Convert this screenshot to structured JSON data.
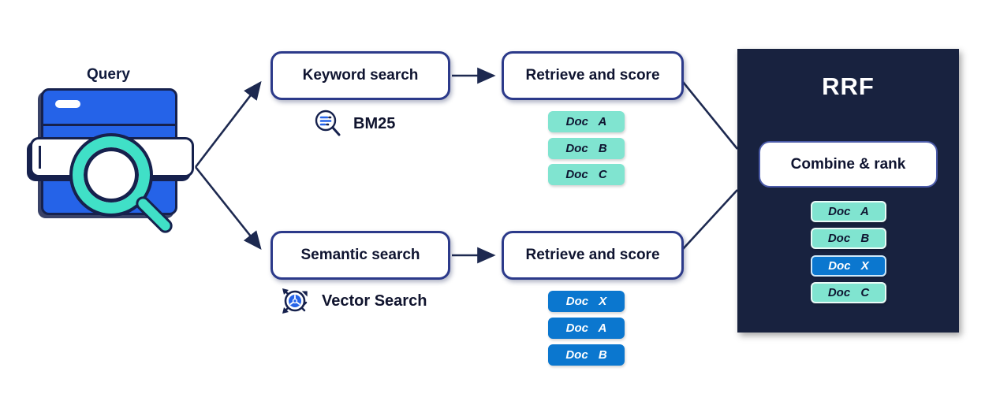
{
  "query": {
    "label": "Query"
  },
  "keyword_branch": {
    "box_label": "Keyword search",
    "method_label": "BM25",
    "retrieve_label": "Retrieve and score",
    "docs": [
      "Doc A",
      "Doc B",
      "Doc C"
    ],
    "doc_color": "#80e4d0"
  },
  "semantic_branch": {
    "box_label": "Semantic search",
    "method_label": "Vector Search",
    "retrieve_label": "Retrieve and score",
    "docs": [
      "Doc X",
      "Doc A",
      "Doc B"
    ],
    "doc_color": "#0b77cf"
  },
  "rrf": {
    "title": "RRF",
    "combine_label": "Combine & rank",
    "docs": [
      {
        "label": "Doc A",
        "color": "teal"
      },
      {
        "label": "Doc B",
        "color": "teal"
      },
      {
        "label": "Doc X",
        "color": "blue"
      },
      {
        "label": "Doc C",
        "color": "teal"
      }
    ],
    "panel_color": "#18223f"
  },
  "icons": {
    "query_illustration": "browser-window-with-magnifier",
    "bm25_icon": "magnifier-text-lines-icon",
    "vector_icon": "vector-sphere-arrows-icon"
  },
  "colors": {
    "node_border": "#2c3a8a",
    "arrow": "#1d2950",
    "teal_chip": "#80e4d0",
    "blue_chip": "#0b77cf",
    "rrf_panel": "#18223f",
    "illustration_blue": "#2563e8",
    "illustration_teal": "#40e0c7",
    "outline_navy": "#16214d"
  }
}
